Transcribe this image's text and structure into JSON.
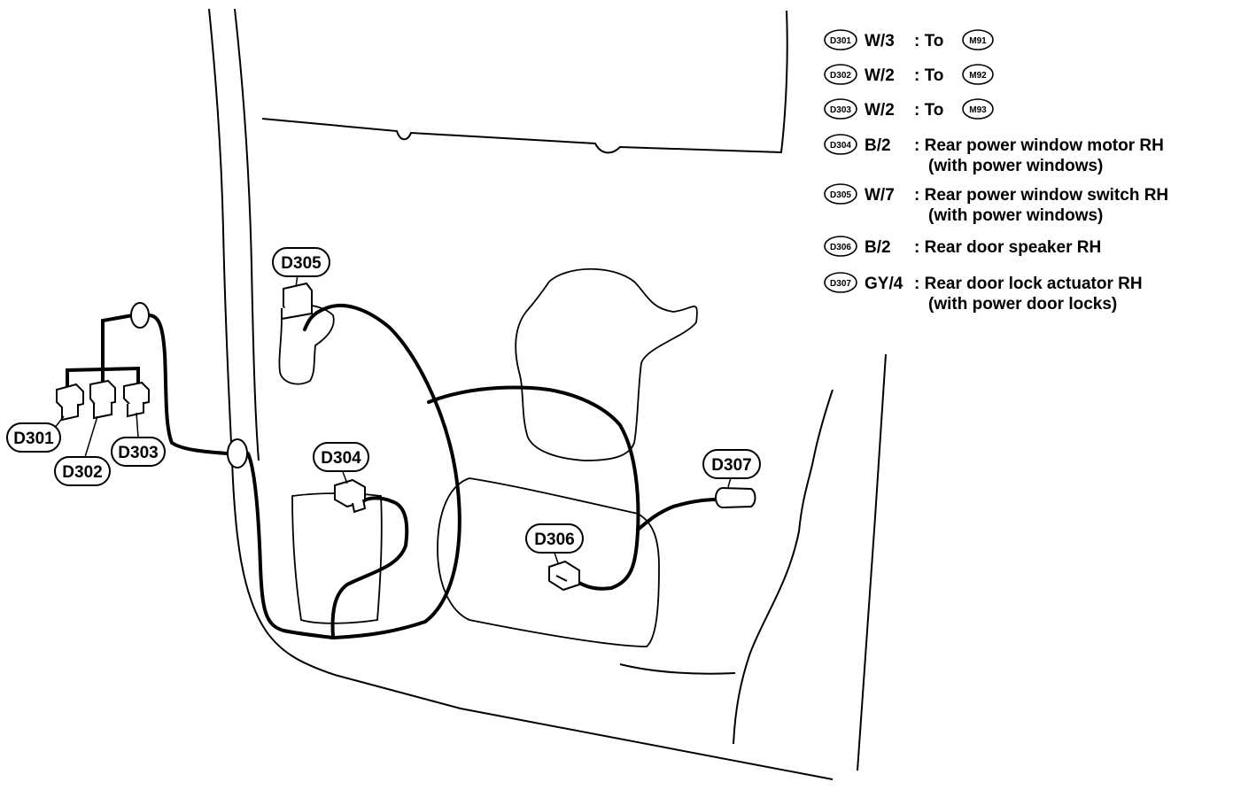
{
  "callouts": {
    "d301": "D301",
    "d302": "D302",
    "d303": "D303",
    "d304": "D304",
    "d305": "D305",
    "d306": "D306",
    "d307": "D307"
  },
  "legend": [
    {
      "connector": "D301",
      "spec": "W/3",
      "desc": ":  To",
      "desc2": "",
      "ref": "M91"
    },
    {
      "connector": "D302",
      "spec": "W/2",
      "desc": ":  To",
      "desc2": "",
      "ref": "M92"
    },
    {
      "connector": "D303",
      "spec": "W/2",
      "desc": ":  To",
      "desc2": "",
      "ref": "M93"
    },
    {
      "connector": "D304",
      "spec": "B/2",
      "desc": ":  Rear power window motor RH",
      "desc2": "(with power windows)",
      "ref": ""
    },
    {
      "connector": "D305",
      "spec": "W/7",
      "desc": ":  Rear power window switch RH",
      "desc2": "(with power windows)",
      "ref": ""
    },
    {
      "connector": "D306",
      "spec": "B/2",
      "desc": ":  Rear door speaker RH",
      "desc2": "",
      "ref": ""
    },
    {
      "connector": "D307",
      "spec": "GY/4",
      "desc": ":  Rear door lock actuator RH",
      "desc2": "(with power door locks)",
      "ref": ""
    }
  ]
}
